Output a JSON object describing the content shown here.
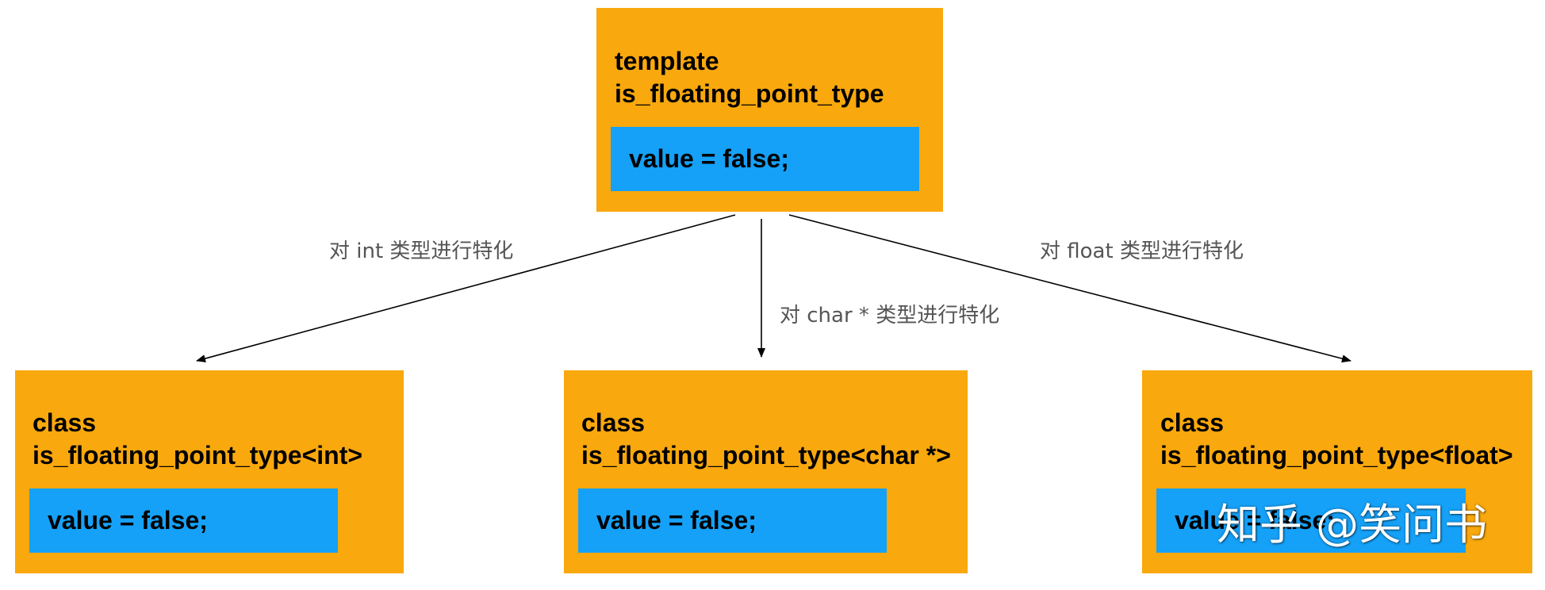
{
  "colors": {
    "background": "#ffffff",
    "box": "#F9A80D",
    "inner": "#15A1F8",
    "text": "#000000",
    "label": "#555555",
    "arrow": "#000000"
  },
  "template_box": {
    "line1": "template",
    "line2": "is_floating_point_type",
    "member": "value = false;"
  },
  "specializations": [
    {
      "line1": "class",
      "line2": "is_floating_point_type<int>",
      "member": "value = false;",
      "edge_label": "对 int 类型进行特化"
    },
    {
      "line1": "class",
      "line2": "is_floating_point_type<char *>",
      "member": "value = false;",
      "edge_label": "对 char * 类型进行特化"
    },
    {
      "line1": "class",
      "line2": "is_floating_point_type<float>",
      "member": "value = false;",
      "edge_label": "对 float 类型进行特化"
    }
  ],
  "watermark": "知乎 @笑问书"
}
